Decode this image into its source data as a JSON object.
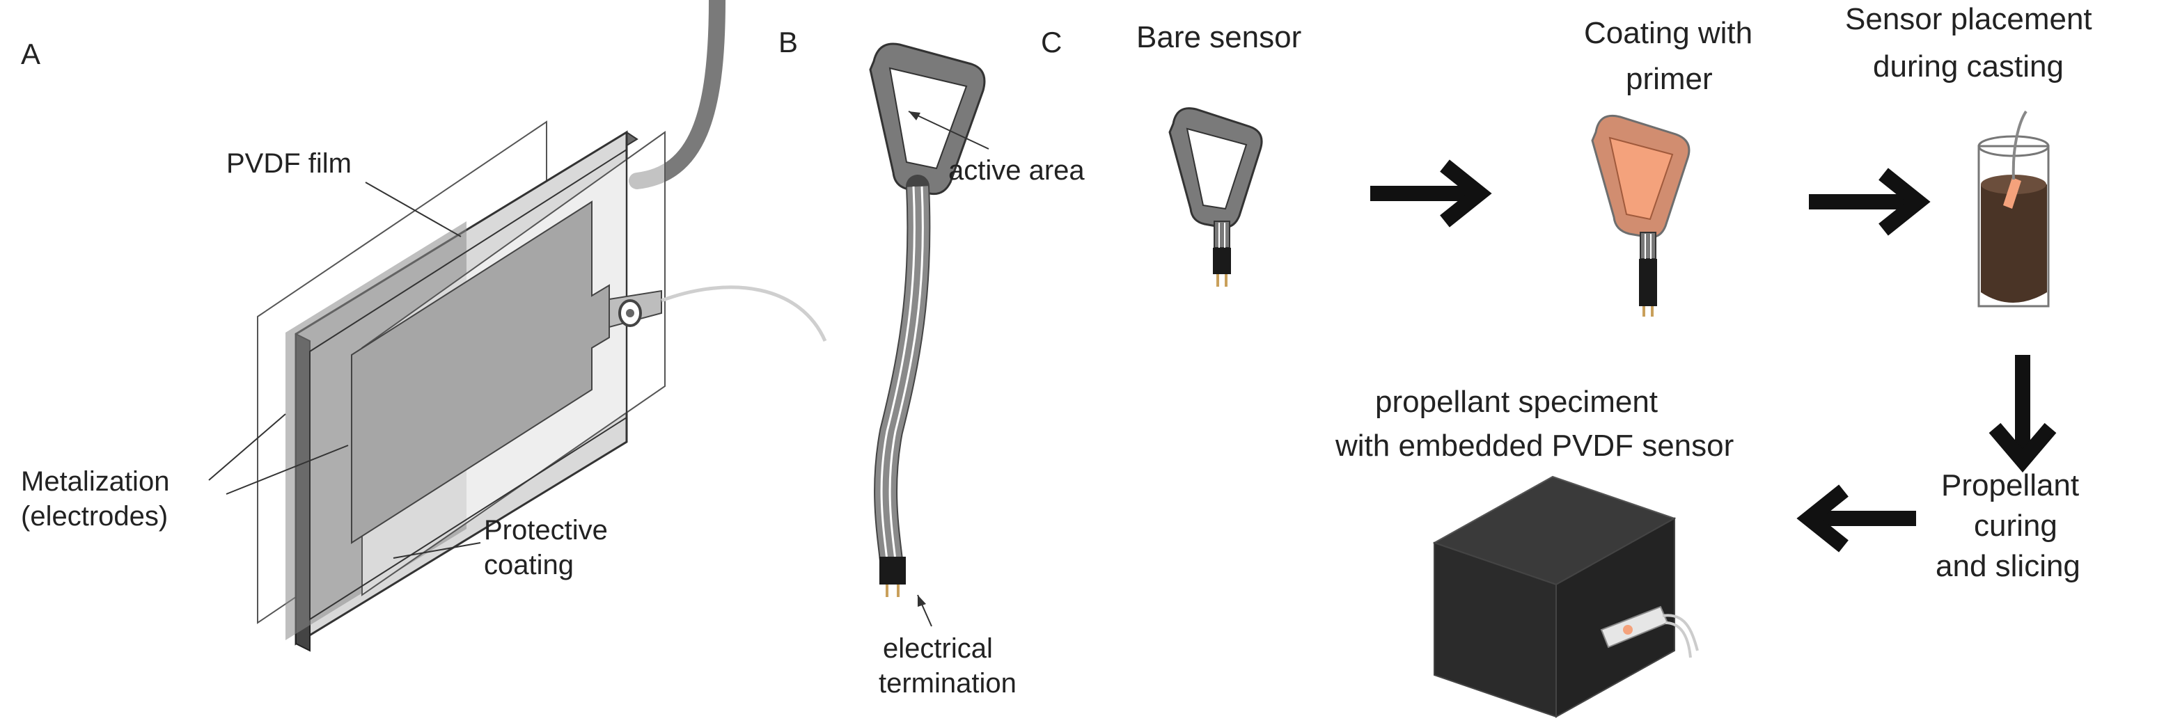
{
  "panels": {
    "a": "A",
    "b": "B",
    "c": "C"
  },
  "panel_a": {
    "pvdf_film": "PVDF film",
    "metalization_line1": "Metalization",
    "metalization_line2": "(electrodes)",
    "protective_line1": "Protective",
    "protective_line2": "coating"
  },
  "panel_b": {
    "active_area": "active area",
    "termination_line1": "electrical",
    "termination_line2": "termination"
  },
  "panel_c": {
    "bare_sensor": "Bare sensor",
    "coating_line1": "Coating with",
    "coating_line2": "primer",
    "placement_line1": "Sensor placement",
    "placement_line2": "during casting",
    "curing_line1": "Propellant",
    "curing_line2": "curing",
    "curing_line3": "and slicing",
    "specimen_line1": "propellant speciment",
    "specimen_line2": "with embedded PVDF sensor"
  },
  "colors": {
    "primer": "#f4a27c",
    "propellant_liquid": "#4a3426",
    "cube": "#2b2b2b",
    "electrode_gray": "#a6a6a6",
    "sensor_frame": "#7a7a7a"
  }
}
